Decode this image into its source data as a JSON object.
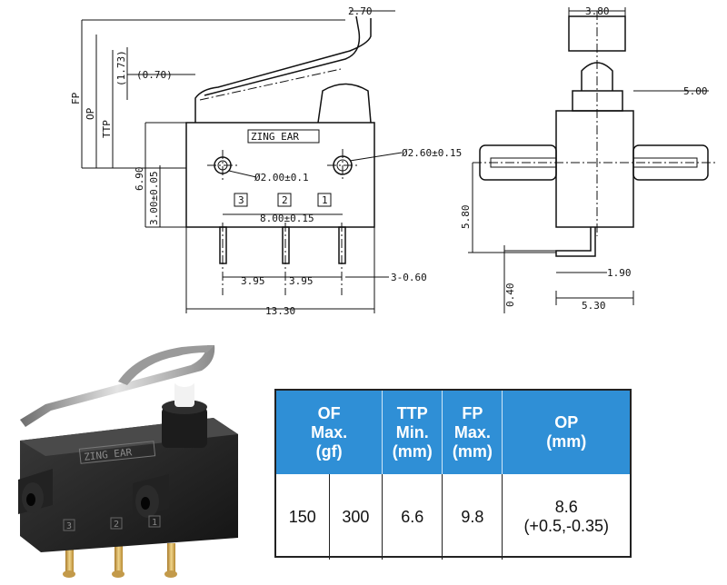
{
  "drawing": {
    "brand_mark": "ZING EAR",
    "pin_numbers": [
      "3",
      "2",
      "1"
    ],
    "dims": {
      "lever_offset": "2.70",
      "lever_height": "(1.73)",
      "lever_tip": "(0.70)",
      "fp": "FP",
      "op": "OP",
      "ttp": "TTP",
      "height_690": "6.90",
      "height_300": "3.00±0.05",
      "hole_small": "Ø2.00±0.1",
      "hole_large": "Ø2.60±0.15",
      "hole_pitch": "8.00±0.15",
      "pin_395_a": "3.95",
      "pin_395_b": "3.95",
      "pin_width": "3-0.60",
      "total_len": "13.30",
      "side_top": "3.80",
      "side_tube": "5.00",
      "side_580": "5.80",
      "side_040": "0.40",
      "side_190": "1.90",
      "side_530": "5.30"
    }
  },
  "photo": {
    "brand_mark": "ZING EAR",
    "pin_numbers": [
      "3",
      "2",
      "1"
    ]
  },
  "spec_table": {
    "headers": {
      "of": [
        "OF",
        "Max.",
        "(gf)"
      ],
      "ttp": [
        "TTP",
        "Min.",
        "(mm)"
      ],
      "fp": [
        "FP",
        "Max.",
        "(mm)"
      ],
      "op": [
        "OP",
        "(mm)"
      ]
    },
    "values": {
      "of_1": "150",
      "of_2": "300",
      "ttp": "6.6",
      "fp": "9.8",
      "op_1": "8.6",
      "op_2": "(+0.5,-0.35)"
    },
    "colors": {
      "header_bg": "#2f8fd6",
      "header_text": "#ffffff"
    }
  }
}
